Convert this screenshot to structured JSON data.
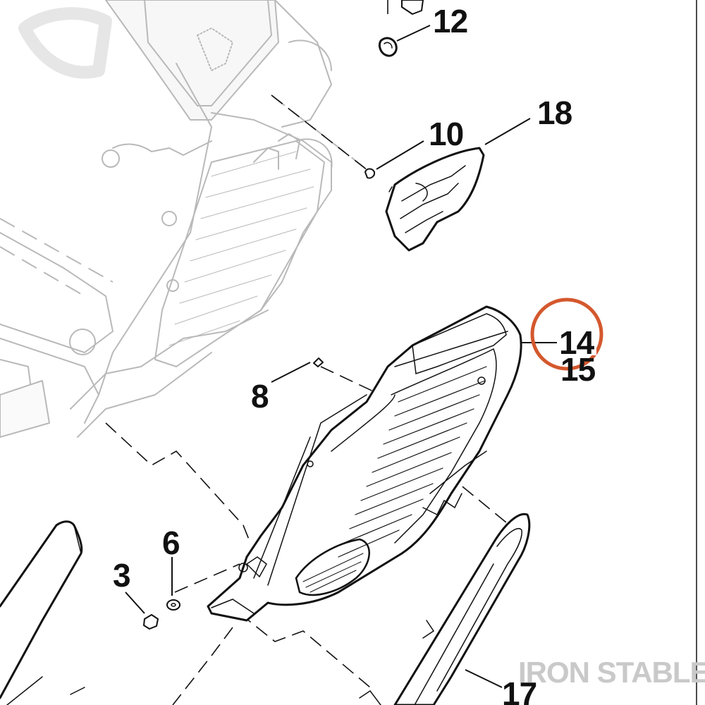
{
  "callouts": {
    "c3": "3",
    "c6": "6",
    "c8": "8",
    "c10": "10",
    "c12": "12",
    "c14": "14",
    "c15": "15",
    "c17": "17",
    "c18": "18"
  },
  "highlight": {
    "target": "14",
    "color": "#d4582e"
  },
  "watermark": {
    "text": "IRON STABLE",
    "color": "#c9c9c9"
  },
  "colors": {
    "line": "#111111",
    "ghost": "#b9b9b9",
    "background": "#ffffff"
  }
}
